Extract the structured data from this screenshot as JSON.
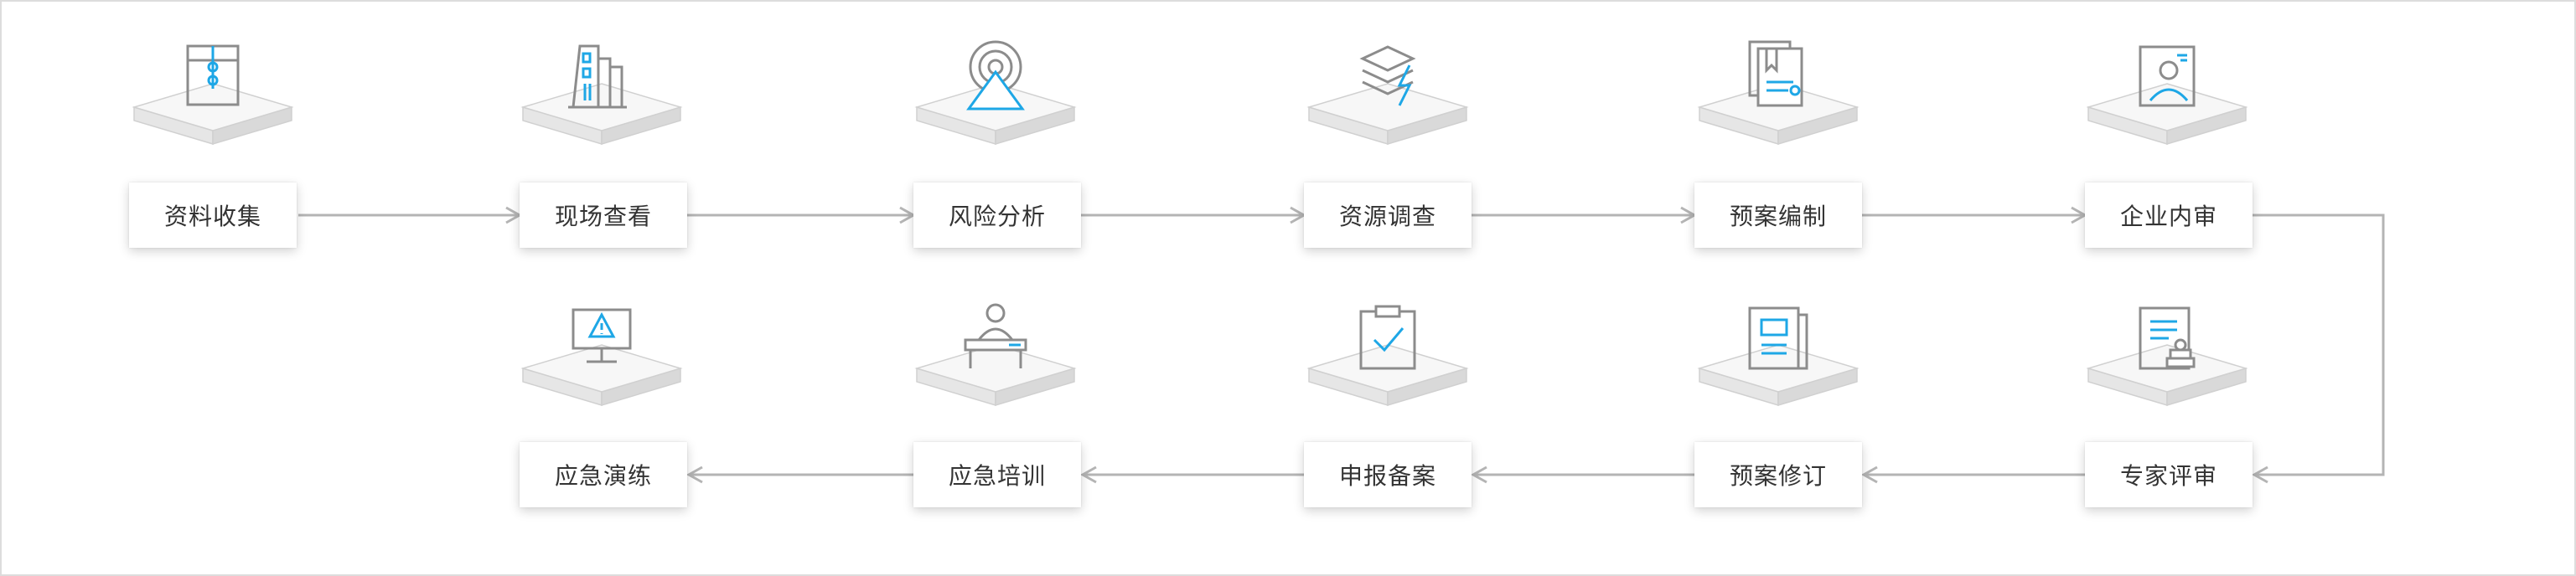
{
  "colors": {
    "accent": "#1ea7e6",
    "icon_gray": "#8c8c8c",
    "connector": "#b4b4b4",
    "text": "#333333"
  },
  "steps": [
    {
      "label": "资料收集",
      "icon": "file-folder-icon"
    },
    {
      "label": "现场查看",
      "icon": "buildings-icon"
    },
    {
      "label": "风险分析",
      "icon": "risk-target-icon"
    },
    {
      "label": "资源调查",
      "icon": "resource-layers-icon"
    },
    {
      "label": "预案编制",
      "icon": "plan-document-icon"
    },
    {
      "label": "企业内审",
      "icon": "id-card-review-icon"
    },
    {
      "label": "专家评审",
      "icon": "expert-stamp-icon"
    },
    {
      "label": "预案修订",
      "icon": "revision-document-icon"
    },
    {
      "label": "申报备案",
      "icon": "clipboard-check-icon"
    },
    {
      "label": "应急培训",
      "icon": "training-desk-icon"
    },
    {
      "label": "应急演练",
      "icon": "drill-alert-monitor-icon"
    }
  ]
}
